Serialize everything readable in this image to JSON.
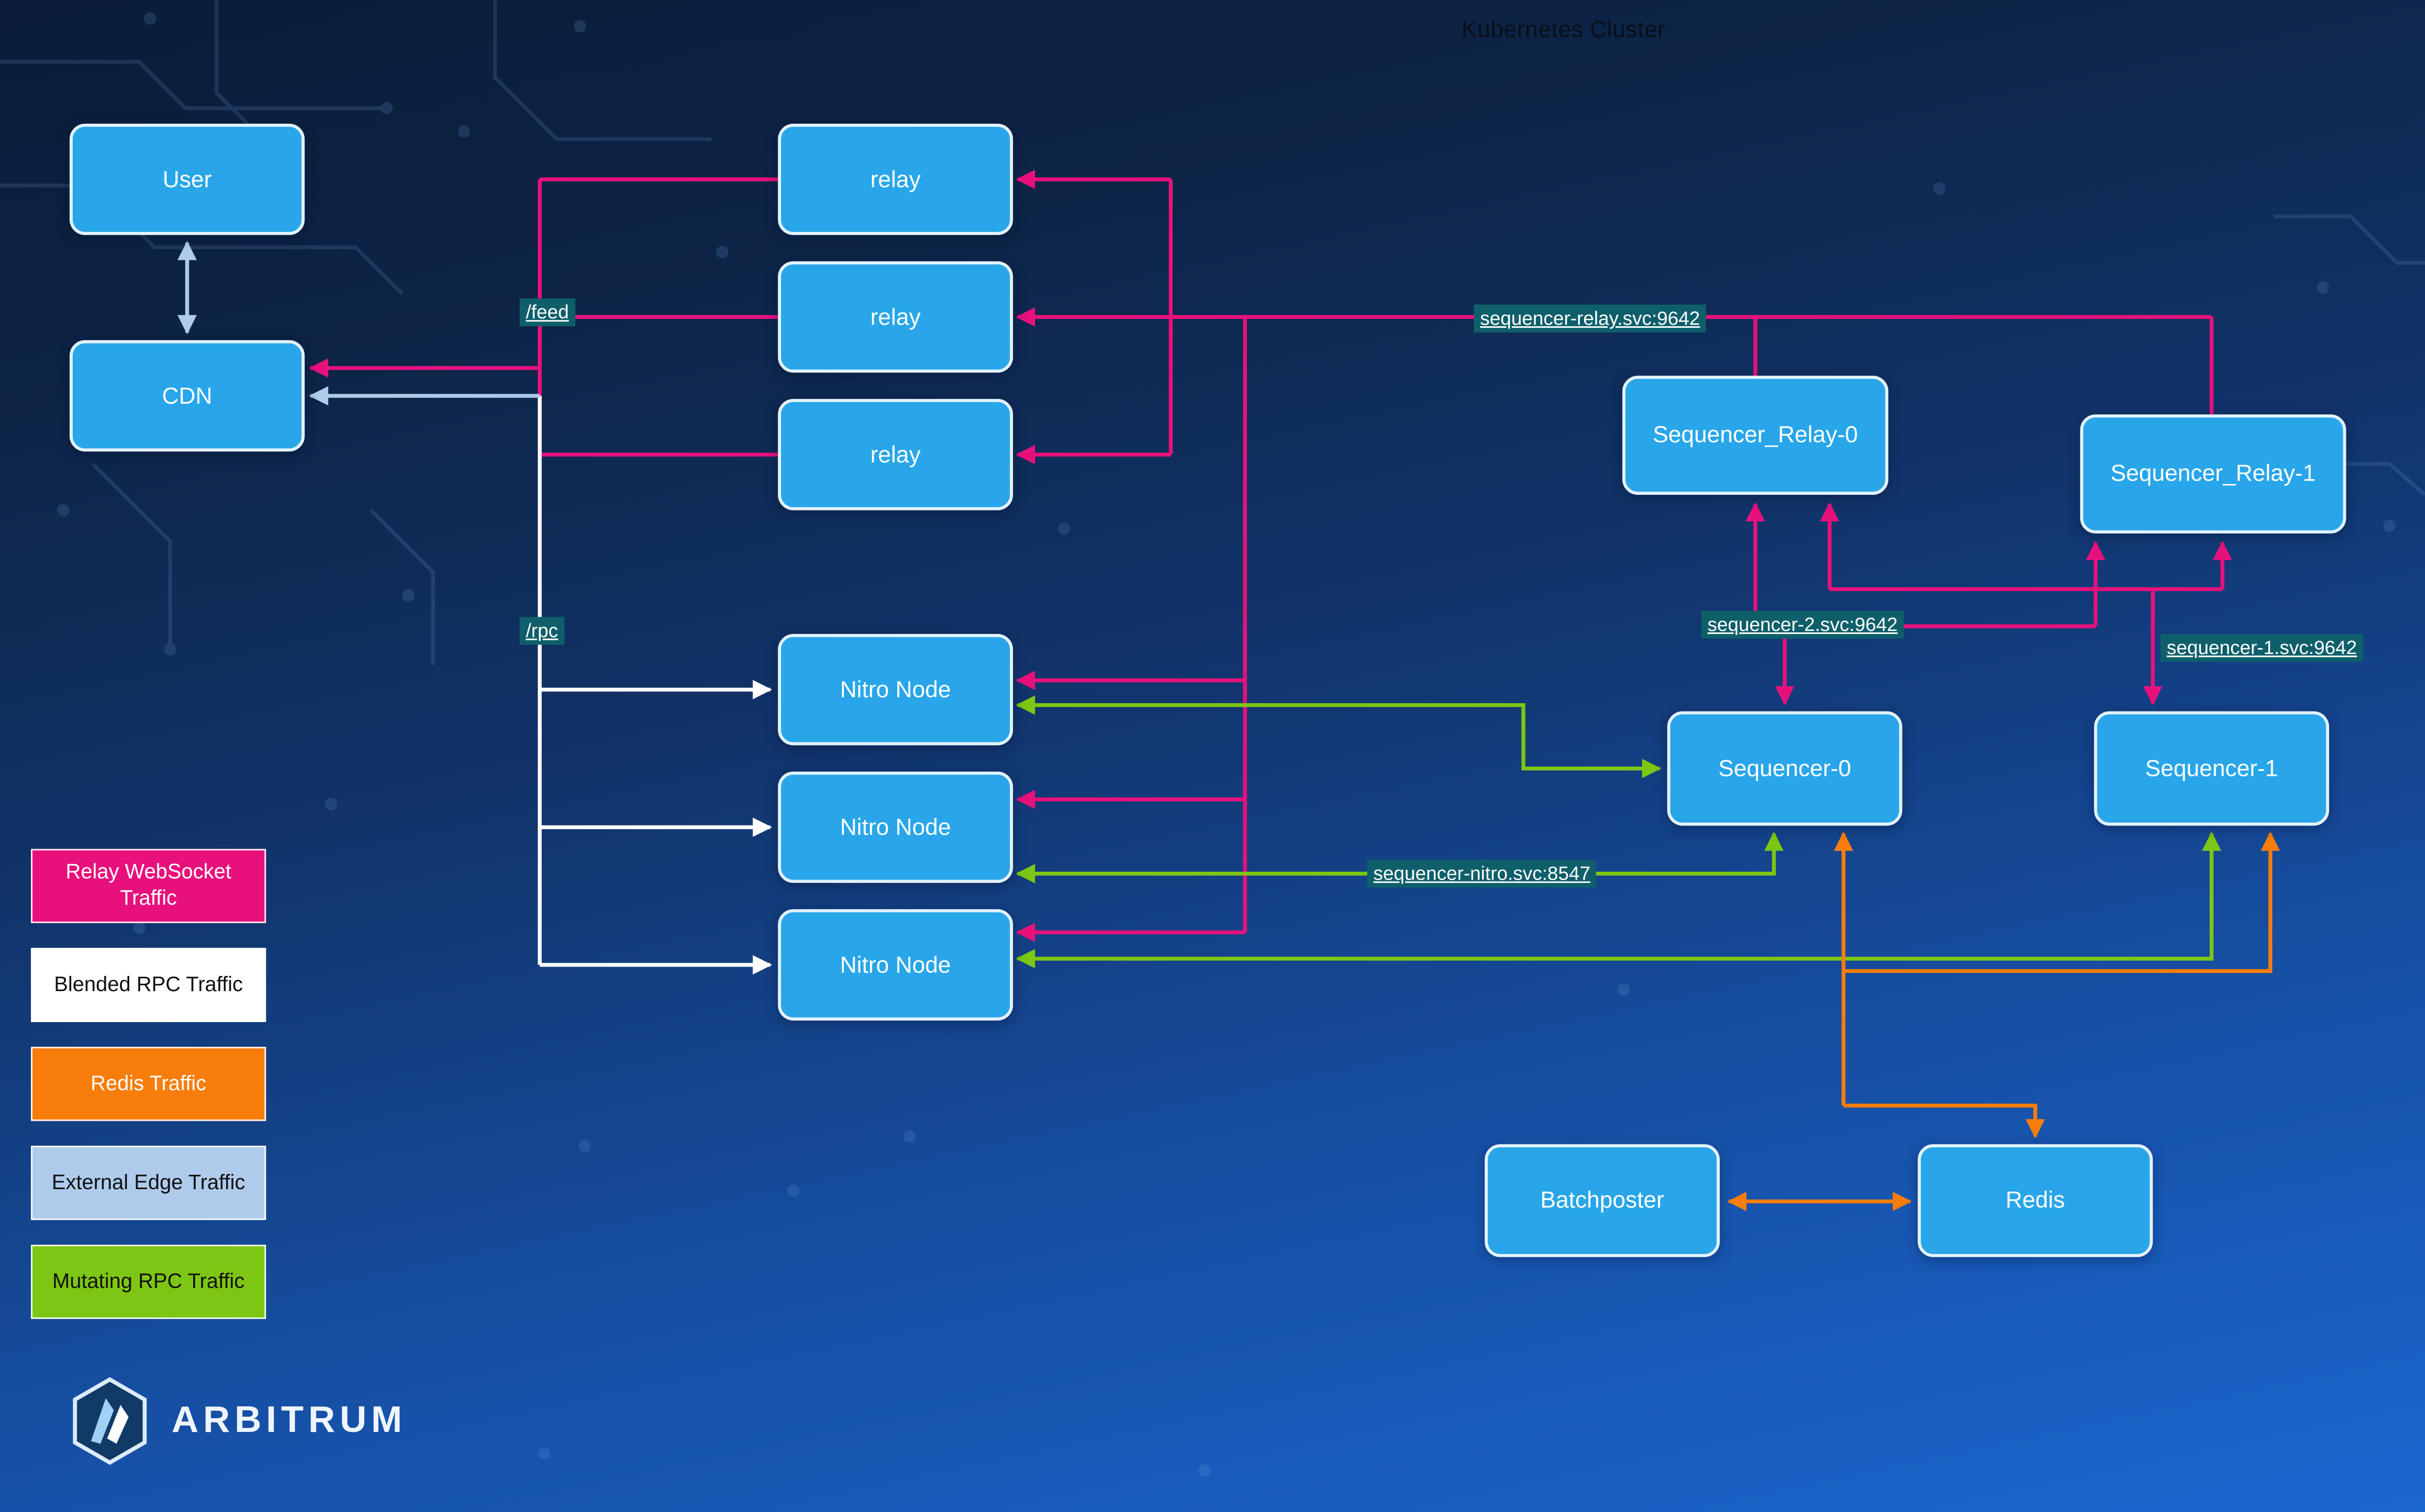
{
  "title": "Kubernetes Cluster",
  "brand": {
    "name": "ARBITRUM"
  },
  "nodes": {
    "user": {
      "label": "User"
    },
    "cdn": {
      "label": "CDN"
    },
    "relay1": {
      "label": "relay"
    },
    "relay2": {
      "label": "relay"
    },
    "relay3": {
      "label": "relay"
    },
    "nitro1": {
      "label": "Nitro Node"
    },
    "nitro2": {
      "label": "Nitro Node"
    },
    "nitro3": {
      "label": "Nitro Node"
    },
    "seqrelay0": {
      "label": "Sequencer_Relay-0"
    },
    "seqrelay1": {
      "label": "Sequencer_Relay-1"
    },
    "seq0": {
      "label": "Sequencer-0"
    },
    "seq1": {
      "label": "Sequencer-1"
    },
    "batchposter": {
      "label": "Batchposter"
    },
    "redis": {
      "label": "Redis"
    }
  },
  "service_labels": {
    "feed": "/feed",
    "rpc": "/rpc",
    "sequencer_relay": "sequencer-relay.svc:9642",
    "sequencer_2": "sequencer-2.svc:9642",
    "sequencer_1": "sequencer-1.svc:9642",
    "sequencer_nitro": "sequencer-nitro.svc:8547"
  },
  "legend": {
    "items": [
      {
        "label": "Relay WebSocket Traffic",
        "bg": "#E8117C",
        "fg": "#FFFFFF"
      },
      {
        "label": "Blended RPC Traffic",
        "bg": "#FFFFFF",
        "fg": "#111111"
      },
      {
        "label": "Redis Traffic",
        "bg": "#F87D0B",
        "fg": "#FFFFFF"
      },
      {
        "label": "External Edge Traffic",
        "bg": "#AECBEB",
        "fg": "#111111"
      },
      {
        "label": "Mutating RPC Traffic",
        "bg": "#7DC614",
        "fg": "#111111"
      }
    ]
  },
  "colors": {
    "relay_websocket": "#E8117C",
    "blended_rpc": "#FFFFFF",
    "redis_traffic": "#F87D0B",
    "external_edge": "#AECBEB",
    "mutating_rpc": "#7DC614",
    "node_fill": "#29A6E9",
    "node_border": "#E3F2FD",
    "service_label_bg": "#0F5F6B"
  }
}
